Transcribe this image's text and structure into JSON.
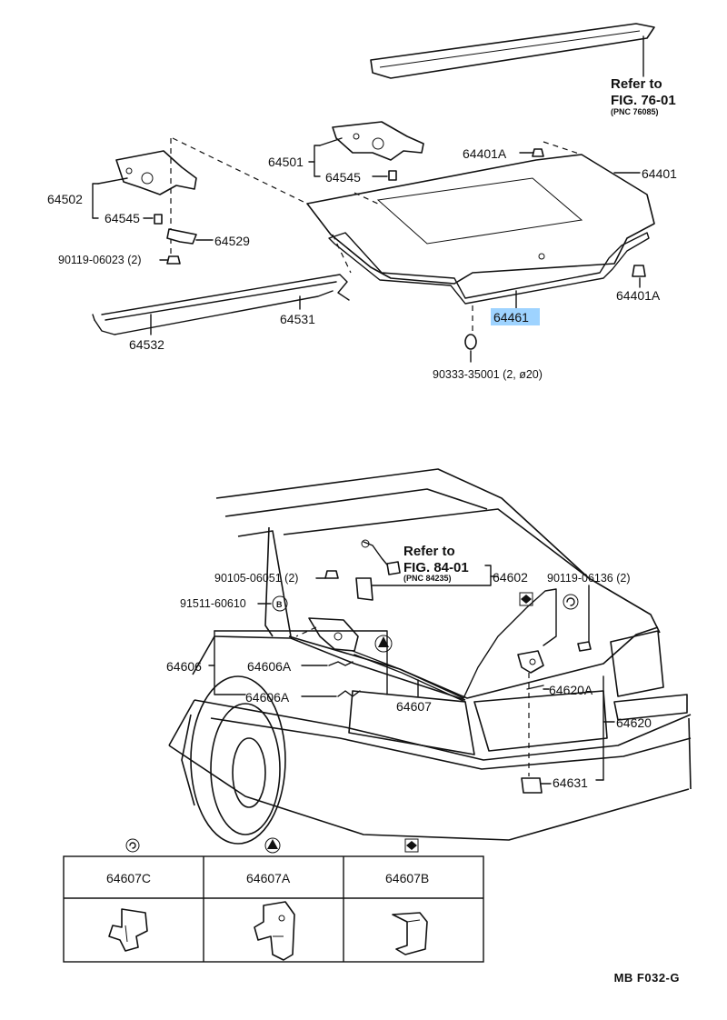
{
  "upper": {
    "spoiler_ref": {
      "line1": "Refer to",
      "line2": "FIG. 76-01",
      "line3": "(PNC 76085)"
    },
    "parts": {
      "p64401": "64401",
      "p64401A_top": "64401A",
      "p64401A_right": "64401A",
      "p64501": "64501",
      "p64545_a": "64545",
      "p64502": "64502",
      "p64545_b": "64545",
      "p64529": "64529",
      "bolt_90119": "90119-06023 (2)",
      "p64531": "64531",
      "p64532": "64532",
      "p64461": "64461",
      "plug_90333": "90333-35001 (2, ø20)"
    }
  },
  "lower": {
    "harness_ref": {
      "line1": "Refer to",
      "line2": "FIG. 84-01",
      "line3": "(PNC 84235)"
    },
    "parts": {
      "bolt_90105": "90105-06051 (2)",
      "p64602": "64602",
      "bolt_90119b": "90119-06136 (2)",
      "clip_91511": "91511-60610",
      "p64606": "64606",
      "p64606A_a": "64606A",
      "p64606A_b": "64606A",
      "p64607": "64607",
      "p64620A": "64620A",
      "p64620": "64620",
      "p64631": "64631"
    },
    "symbols": {
      "b": "B"
    }
  },
  "clip_table": {
    "columns": [
      {
        "label": "64607C",
        "symbol": "spiral"
      },
      {
        "label": "64607A",
        "symbol": "triangle"
      },
      {
        "label": "64607B",
        "symbol": "diamond"
      }
    ]
  },
  "footer": {
    "code": "MB  F032-G"
  },
  "highlight_color": "#9ed3ff"
}
